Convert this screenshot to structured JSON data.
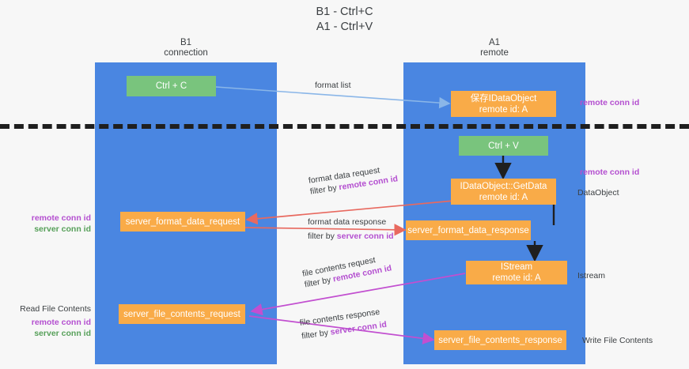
{
  "diagram": {
    "title": "B1 - Ctrl+C\nA1 - Ctrl+V",
    "columns": [
      {
        "id": "b1",
        "header": "B1\nconnection"
      },
      {
        "id": "a1",
        "header": "A1\nremote"
      }
    ],
    "nodes": [
      {
        "id": "ctrl-c",
        "label": "Ctrl + C",
        "color": "#79c47d"
      },
      {
        "id": "save-idataobject",
        "label": "保存IDataObject\nremote id: A",
        "color": "#f9ab48"
      },
      {
        "id": "ctrl-v",
        "label": "Ctrl + V",
        "color": "#79c47d"
      },
      {
        "id": "idataobject-getdata",
        "label": "IDataObject::GetData\nremote id: A",
        "color": "#f9ab48"
      },
      {
        "id": "server-format-data-request",
        "label": "server_format_data_request",
        "color": "#f9ab48"
      },
      {
        "id": "server-format-data-response",
        "label": "server_format_data_response",
        "color": "#f9ab48"
      },
      {
        "id": "istream",
        "label": "IStream\nremote id: A",
        "color": "#f9ab48"
      },
      {
        "id": "server-file-contents-request",
        "label": "server_file_contents_request",
        "color": "#f9ab48"
      },
      {
        "id": "server-file-contents-response",
        "label": "server_file_contents_response",
        "color": "#f9ab48"
      }
    ],
    "edge_labels": [
      {
        "id": "format-list",
        "line1": "format list",
        "line2": "",
        "line2_highlight": ""
      },
      {
        "id": "format-data-request",
        "line1": "format data request",
        "line2": "filter by ",
        "line2_highlight": "remote conn id"
      },
      {
        "id": "format-data-response",
        "line1": "format data response",
        "line2": "filter by ",
        "line2_highlight": "server conn id"
      },
      {
        "id": "file-contents-request",
        "line1": "file contents request",
        "line2": "filter by ",
        "line2_highlight": "remote conn id"
      },
      {
        "id": "file-contents-response",
        "line1": "file contents response",
        "line2": "filter by ",
        "line2_highlight": "server conn id"
      }
    ],
    "right_labels": [
      {
        "id": "right-remote-conn-id-top",
        "text": "remote conn id"
      },
      {
        "id": "right-remote-conn-id-mid",
        "text": "remote conn id"
      },
      {
        "id": "right-dataobject",
        "text": "DataObject"
      },
      {
        "id": "right-istream",
        "text": "Istream"
      },
      {
        "id": "right-write-file-contents",
        "text": "Write File Contents"
      }
    ],
    "left_labels": [
      {
        "id": "left-remote-conn-id-1",
        "text": "remote conn id"
      },
      {
        "id": "left-server-conn-id-1",
        "text": "server conn id"
      },
      {
        "id": "left-read-file-contents",
        "text": "Read File Contents"
      },
      {
        "id": "left-remote-conn-id-2",
        "text": "remote conn id"
      },
      {
        "id": "left-server-conn-id-2",
        "text": "server conn id"
      }
    ],
    "colors": {
      "column": "#4a86e1",
      "green_node": "#79c47d",
      "orange_node": "#f9ab48",
      "remote_conn": "#b44fd0",
      "server_conn": "#57a05a",
      "arrow_light_blue": "#8ab6e8",
      "arrow_red": "#e8695f",
      "arrow_magenta": "#c24fd0",
      "arrow_black": "#1f1f1f",
      "background": "#f7f7f7",
      "divider": "#1f1f1f"
    }
  }
}
